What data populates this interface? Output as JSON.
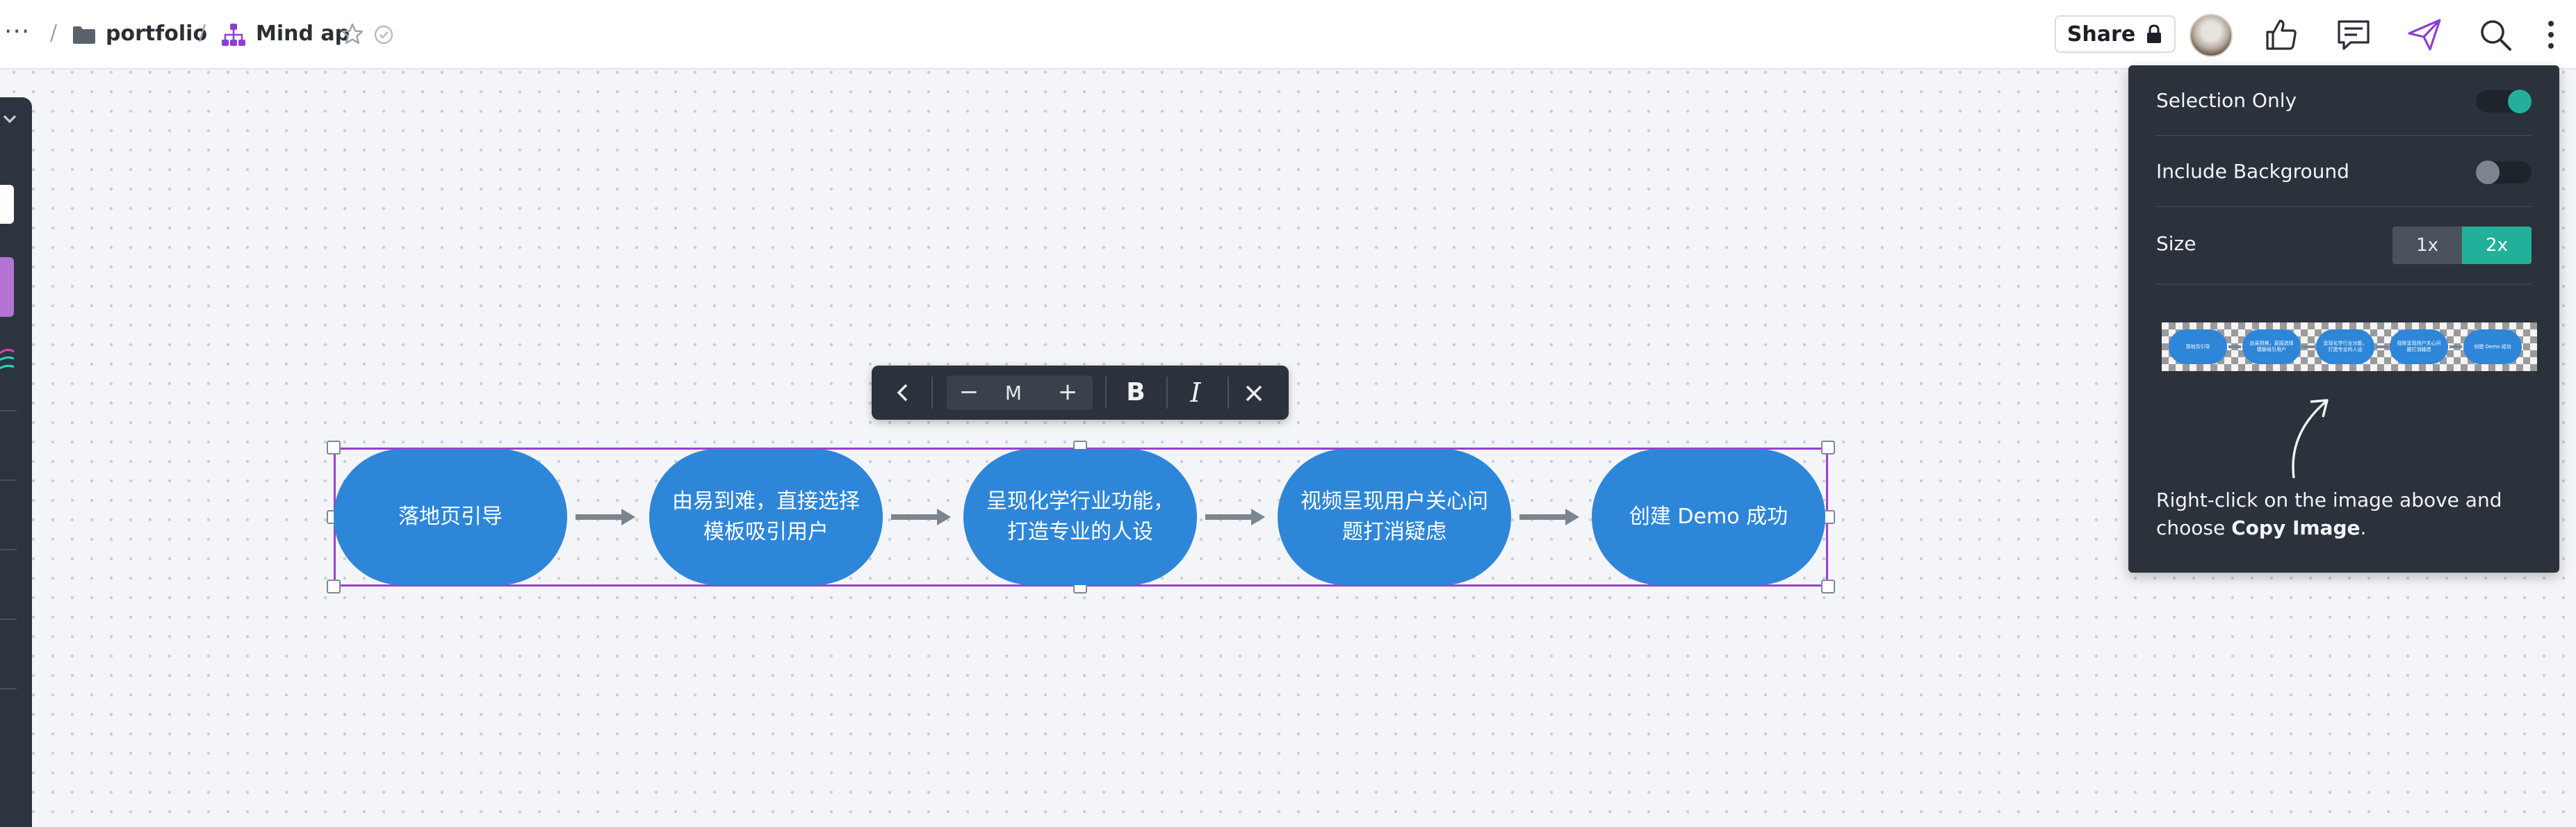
{
  "breadcrumb": {
    "more": "···",
    "separator": "/",
    "folder": "portfolio",
    "document": "Mind ap"
  },
  "header": {
    "share_label": "Share",
    "icons": [
      "like-icon",
      "comment-icon",
      "send-icon",
      "search-icon",
      "more-vertical-icon"
    ]
  },
  "text_toolbar": {
    "decrease": "−",
    "size": "M",
    "increase": "+",
    "bold": "B",
    "italic": "I"
  },
  "flow": {
    "nodes": [
      {
        "label": "落地页引导"
      },
      {
        "label": "由易到难，直接选择模板吸引用户"
      },
      {
        "label": "呈现化学行业功能，打造专业的人设"
      },
      {
        "label": "视频呈现用户关心问题打消疑虑"
      },
      {
        "label": "创建 Demo 成功"
      }
    ],
    "node_color": "#2e86d8",
    "selection_color": "#9b3fd0"
  },
  "export_panel": {
    "selection_only_label": "Selection Only",
    "selection_only": true,
    "include_background_label": "Include Background",
    "include_background": false,
    "size_label": "Size",
    "size_options": [
      "1x",
      "2x"
    ],
    "size_selected": "2x",
    "hint_prefix": "Right-click on the image above and choose ",
    "hint_bold": "Copy Image",
    "hint_suffix": ".",
    "accent": "#23b09a"
  }
}
